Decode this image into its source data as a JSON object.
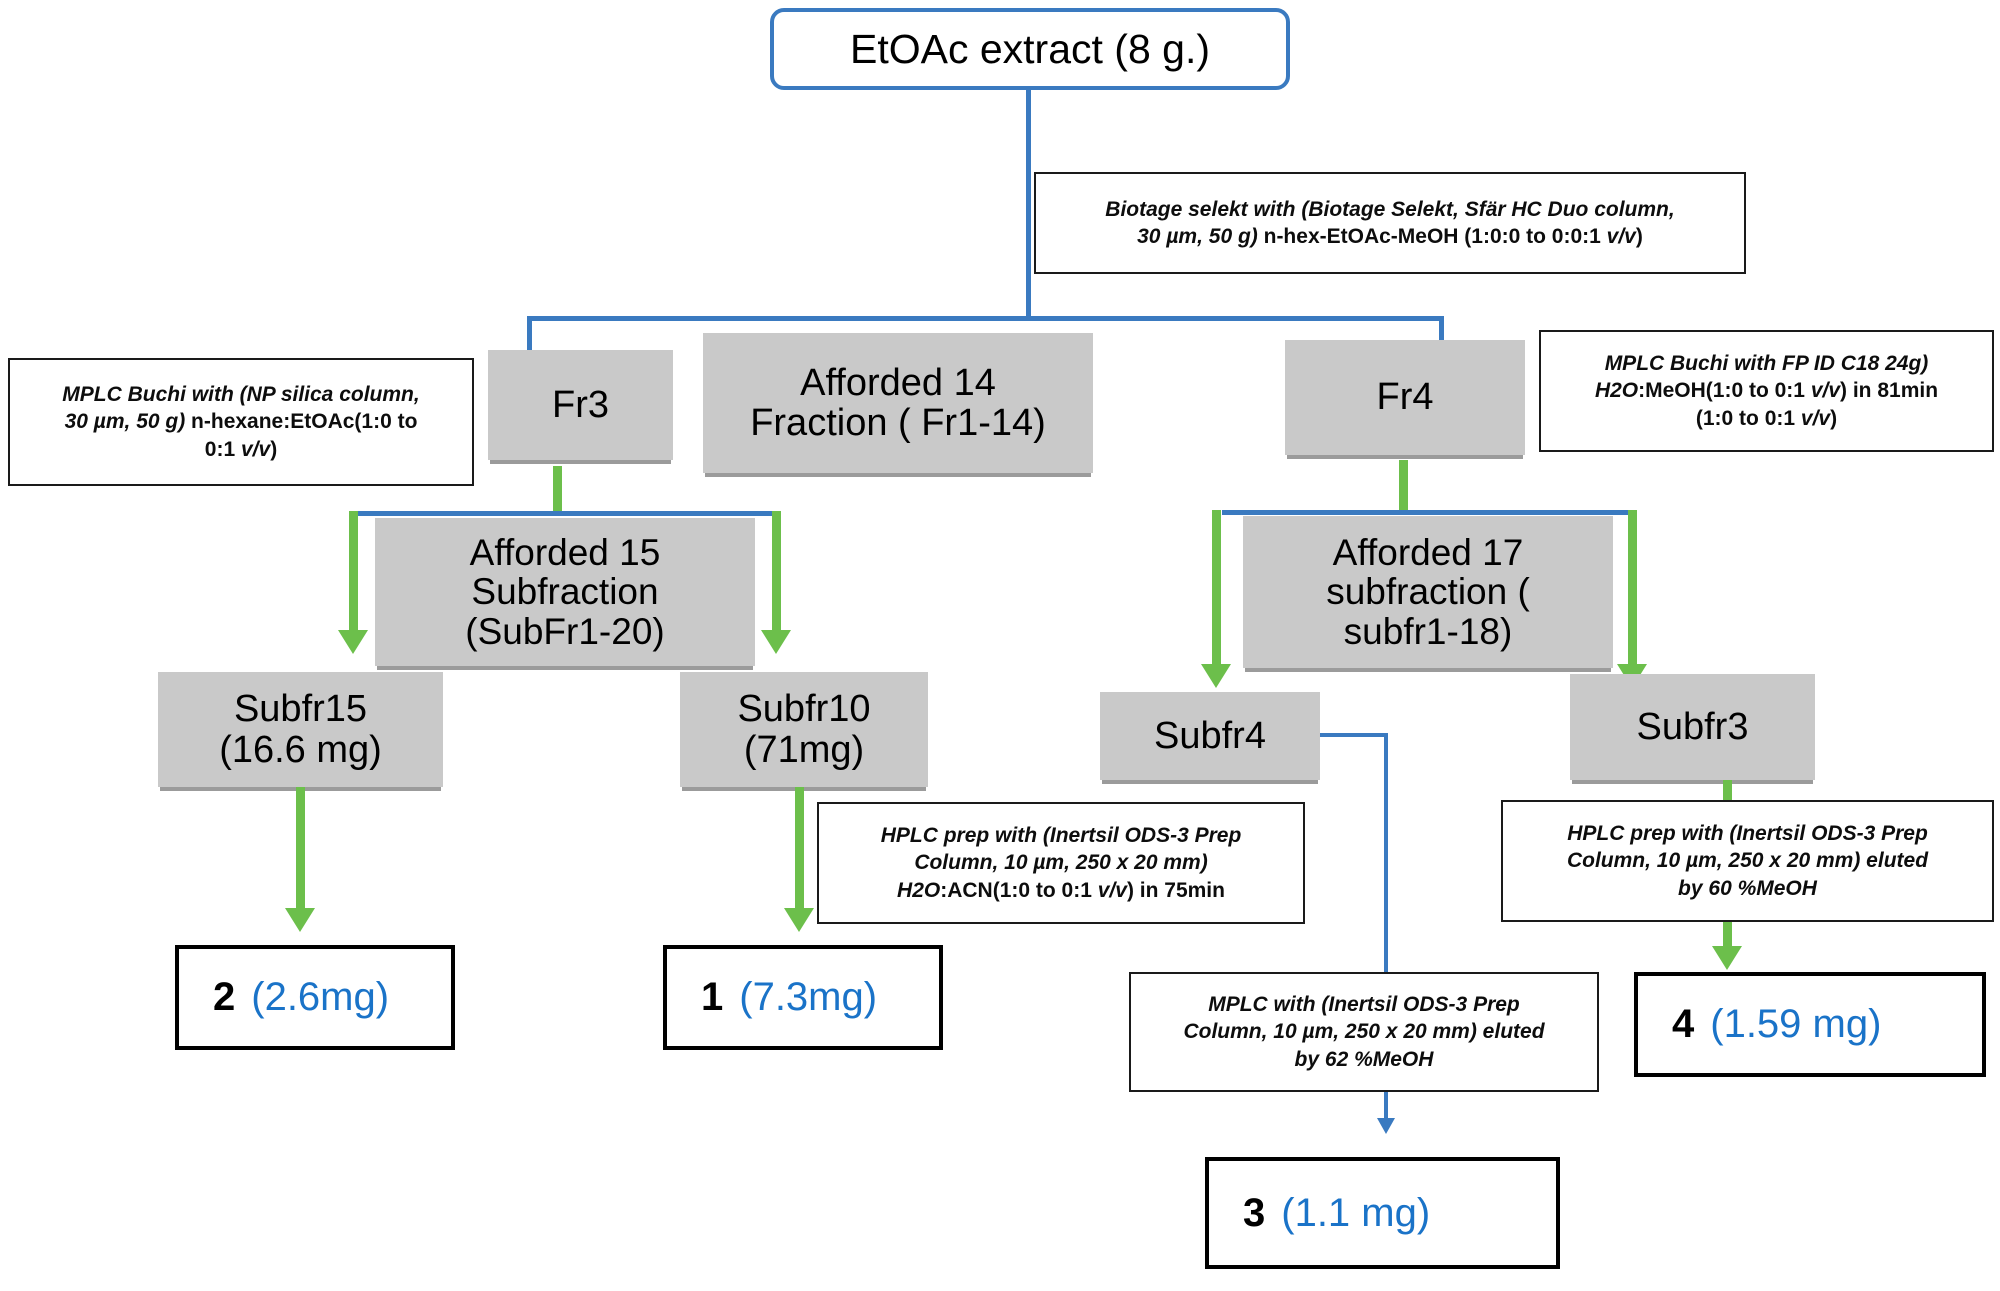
{
  "diagram": {
    "title": "Isolation scheme of compounds from EtOAc extract",
    "colors": {
      "blue_connector": "#3a7ac0",
      "green_arrow": "#6cbf4b",
      "gray_box": "#c9c9c9",
      "compound_amount_blue": "#1a73c8",
      "black": "#000000",
      "white": "#ffffff"
    }
  },
  "root": {
    "label": "EtOAc extract (8 g.)"
  },
  "notes": {
    "biotage": {
      "line1": "Biotage selekt with (Biotage Selekt, Sfär HC Duo column,",
      "line2_a": "30 µm, 50 g) ",
      "line2_b": "n",
      "line2_c": "-hex-EtOAc-MeOH (1:0:0 to 0:0:1 ",
      "line2_d": "v/v",
      "line2_e": ")"
    },
    "mplc_np_silica": {
      "line1": "MPLC Buchi with (NP silica  column,",
      "line2_a": "30 µm, 50 g) ",
      "line2_b": "n",
      "line2_c": "-hexane:EtOAc(1:0 to",
      "line3_a": "0:1 ",
      "line3_b": "v/v",
      "line3_c": ")"
    },
    "mplc_fp_c18": {
      "line1": "MPLC Buchi with FP ID C18 24g)",
      "line2_a": "H2O",
      "line2_b": ":MeOH(1:0 to 0:1 ",
      "line2_c": "v/v",
      "line2_d": ") in 81min",
      "line3_a": "(1:0 to 0:1 ",
      "line3_b": "v/v",
      "line3_c": ")"
    },
    "hplc_subfr10": {
      "line1": "HPLC prep with (Inertsil ODS-3 Prep",
      "line2": "Column, 10 µm, 250 x 20 mm)",
      "line3_a": "H2O",
      "line3_b": ":ACN(1:0 to 0:1 ",
      "line3_c": "v/v",
      "line3_d": ") in 75min"
    },
    "hplc_subfr3": {
      "line1": "HPLC prep with (Inertsil ODS-3 Prep",
      "line2": "Column, 10 µm, 250 x 20 mm) eluted",
      "line3": "by 60 %MeOH"
    },
    "mplc_subfr4": {
      "line1": "MPLC with (Inertsil ODS-3 Prep",
      "line2": "Column, 10 µm, 250 x 20 mm) eluted",
      "line3": "by 62 %MeOH"
    }
  },
  "fractions": {
    "fr3": {
      "label": "Fr3"
    },
    "fr4": {
      "label": "Fr4"
    },
    "afforded14": {
      "line1": "Afforded 14",
      "line2": "Fraction ( Fr1-14)"
    },
    "afforded15": {
      "line1": "Afforded 15",
      "line2": "Subfraction",
      "line3": "(SubFr1-20)"
    },
    "afforded17": {
      "line1": "Afforded 17",
      "line2": "subfraction (",
      "line3": "subfr1-18)"
    }
  },
  "subfractions": {
    "subfr15": {
      "line1": "Subfr15",
      "line2": "(16.6 mg)"
    },
    "subfr10": {
      "line1": "Subfr10",
      "line2": "(71mg)"
    },
    "subfr4": {
      "line1": "Subfr4"
    },
    "subfr3": {
      "line1": "Subfr3"
    }
  },
  "compounds": [
    {
      "number": "2",
      "amount": "(2.6mg)"
    },
    {
      "number": "1",
      "amount": "(7.3mg)"
    },
    {
      "number": "4",
      "amount": "(1.59 mg)"
    },
    {
      "number": "3",
      "amount": "(1.1 mg)"
    }
  ]
}
